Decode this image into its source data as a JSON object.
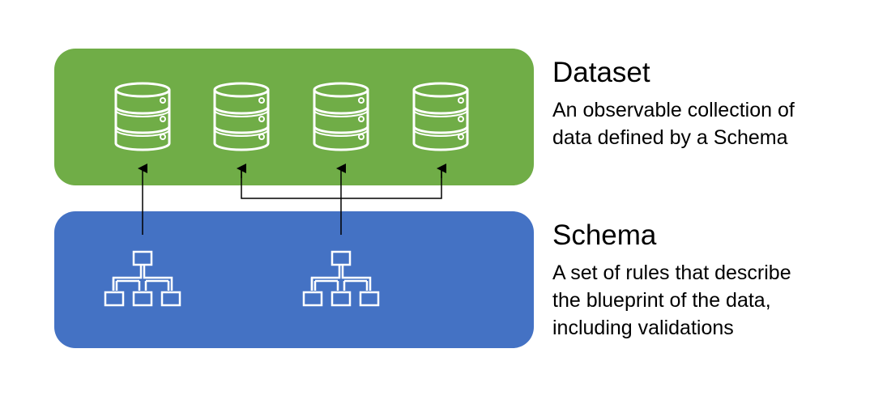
{
  "colors": {
    "dataset": "#70ad47",
    "schema": "#4472c4",
    "icon": "#ffffff",
    "arrow": "#000000"
  },
  "dataset": {
    "title": "Dataset",
    "description_lines": [
      "An observable collection of",
      "data defined by a Schema"
    ],
    "icons": [
      "database-icon",
      "database-icon",
      "database-icon",
      "database-icon"
    ]
  },
  "schema": {
    "title": "Schema",
    "description_lines": [
      "A set of rules that describe",
      "the blueprint of the data,",
      "including validations"
    ],
    "icons": [
      "hierarchy-icon",
      "hierarchy-icon"
    ]
  },
  "connections": [
    {
      "from": "schema-1",
      "to": [
        "dataset-1"
      ]
    },
    {
      "from": "schema-2",
      "to": [
        "dataset-2",
        "dataset-3",
        "dataset-4"
      ]
    }
  ]
}
